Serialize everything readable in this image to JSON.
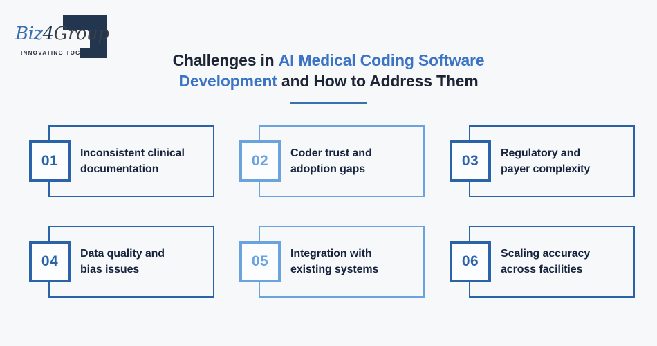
{
  "page": {
    "background": "#f7f8fa",
    "accent_dark_blue": "#2b63a9",
    "accent_light_blue": "#6ba3de",
    "title_blue": "#3b74c4",
    "text_dark": "#1d2434"
  },
  "logo": {
    "brand_biz": "Biz",
    "brand_4": "4",
    "brand_group": "Group",
    "tagline": "INNOVATING TOGETHER"
  },
  "title": {
    "line1_dark": "Challenges in",
    "line1_blue": "AI Medical Coding Software",
    "line2_blue": "Development",
    "line2_dark": "and How to Address Them"
  },
  "cards": [
    {
      "number": "01",
      "line1": "Inconsistent clinical",
      "line2": "documentation",
      "variant": "dark"
    },
    {
      "number": "02",
      "line1": "Coder trust and",
      "line2": "adoption gaps",
      "variant": "light"
    },
    {
      "number": "03",
      "line1": "Regulatory and",
      "line2": "payer complexity",
      "variant": "dark"
    },
    {
      "number": "04",
      "line1": "Data quality and",
      "line2": "bias issues",
      "variant": "dark"
    },
    {
      "number": "05",
      "line1": "Integration with",
      "line2": "existing systems",
      "variant": "light"
    },
    {
      "number": "06",
      "line1": "Scaling accuracy",
      "line2": "across facilities",
      "variant": "dark"
    }
  ]
}
